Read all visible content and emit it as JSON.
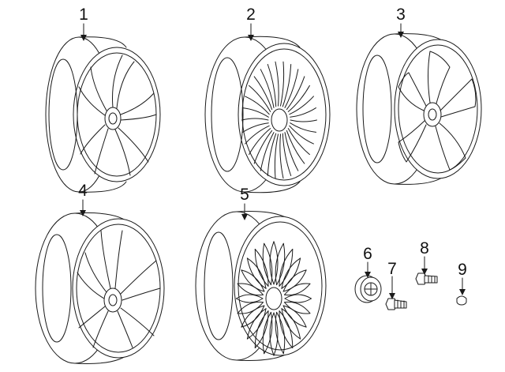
{
  "callouts": [
    {
      "num": "1",
      "icon": "wheel-multi-spoke-y"
    },
    {
      "num": "2",
      "icon": "wheel-fine-spoke"
    },
    {
      "num": "3",
      "icon": "wheel-five-spoke"
    },
    {
      "num": "4",
      "icon": "wheel-star-spoke"
    },
    {
      "num": "5",
      "icon": "wheel-mesh-spoke"
    },
    {
      "num": "6",
      "icon": "center-cap"
    },
    {
      "num": "7",
      "icon": "lug-bolt"
    },
    {
      "num": "8",
      "icon": "locking-bolt"
    },
    {
      "num": "9",
      "icon": "valve-cap"
    }
  ],
  "line_color": "#1a1a1a"
}
